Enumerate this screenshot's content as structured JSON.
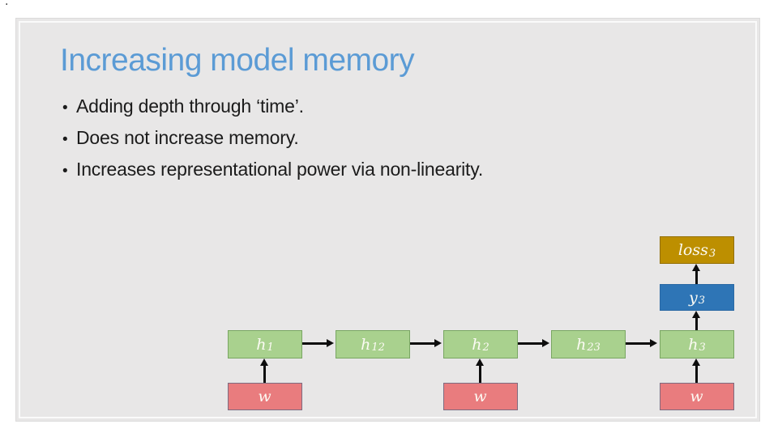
{
  "window": {
    "corner_mark": "."
  },
  "slide": {
    "title": "Increasing model memory",
    "bullet_char": "•",
    "bullets": [
      "Adding depth through ‘time’.",
      "Does not increase memory.",
      "Increases representational power via non-linearity."
    ]
  },
  "diagram": {
    "hidden_nodes": [
      {
        "base": "h",
        "sub": "1"
      },
      {
        "base": "h",
        "sub": "12"
      },
      {
        "base": "h",
        "sub": "2"
      },
      {
        "base": "h",
        "sub": "23"
      },
      {
        "base": "h",
        "sub": "3"
      }
    ],
    "weight_nodes": [
      {
        "base": "w",
        "sub": ""
      },
      {
        "base": "w",
        "sub": ""
      },
      {
        "base": "w",
        "sub": ""
      }
    ],
    "output_node": {
      "base": "y",
      "sub": "3"
    },
    "loss_node": {
      "base": "loss",
      "sub": "3"
    },
    "edges": [
      {
        "from": "h1",
        "to": "h12"
      },
      {
        "from": "h12",
        "to": "h2"
      },
      {
        "from": "h2",
        "to": "h23"
      },
      {
        "from": "h23",
        "to": "h3"
      },
      {
        "from": "w1",
        "to": "h1"
      },
      {
        "from": "w2",
        "to": "h2"
      },
      {
        "from": "w3",
        "to": "h3"
      },
      {
        "from": "h3",
        "to": "y3"
      },
      {
        "from": "y3",
        "to": "loss3"
      }
    ]
  },
  "colors": {
    "title_text": "#5B9BD5",
    "body_text": "#1b1b1b",
    "slide_background": "#E8E7E7",
    "hidden_fill": "#A9D18E",
    "hidden_border": "#79A663",
    "weight_fill": "#E97C7E",
    "weight_border": "#7E6B80",
    "output_fill": "#2E75B6",
    "loss_fill": "#BD8F00",
    "arrow": "#0d0d0d"
  }
}
